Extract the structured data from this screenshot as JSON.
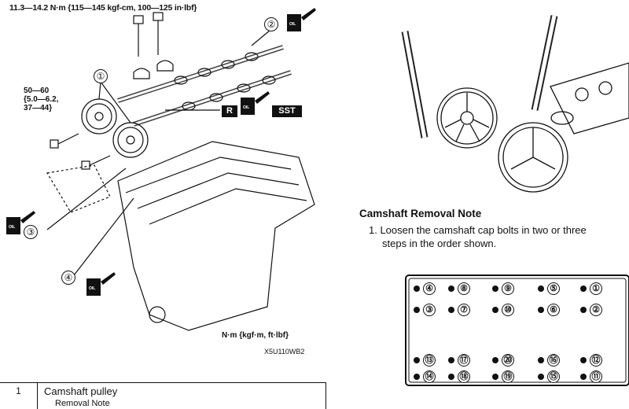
{
  "diagram": {
    "torque_top": "11.3—14.2 N·m {115—145 kgf-cm, 100—125 in·lbf}",
    "torque_side": "50—60\n{5.0—6.2,\n37—44}",
    "callouts": [
      "①",
      "②",
      "③",
      "④"
    ],
    "badges": {
      "r": "R",
      "sst": "SST"
    },
    "units": "N·m {kgf·m, ft·lbf}",
    "figure_code": "X5U110WB2",
    "icon_label": "OIL"
  },
  "removal_note": {
    "title": "Camshaft Removal Note",
    "line1": "1. Loosen the camshaft cap bolts in two or three",
    "line2": "steps in the order shown."
  },
  "bolt_sequence": [
    "④",
    "⑧",
    "⑨",
    "⑤",
    "①",
    "③",
    "⑦",
    "⑩",
    "⑥",
    "②",
    "⑬",
    "⑰",
    "⑳",
    "⑯",
    "⑫",
    "⑭",
    "⑱",
    "⑲",
    "⑮",
    "⑪"
  ],
  "parts_table": {
    "rows": [
      {
        "number": "1",
        "name": "Camshaft pulley",
        "sub": "Removal Note"
      }
    ]
  }
}
